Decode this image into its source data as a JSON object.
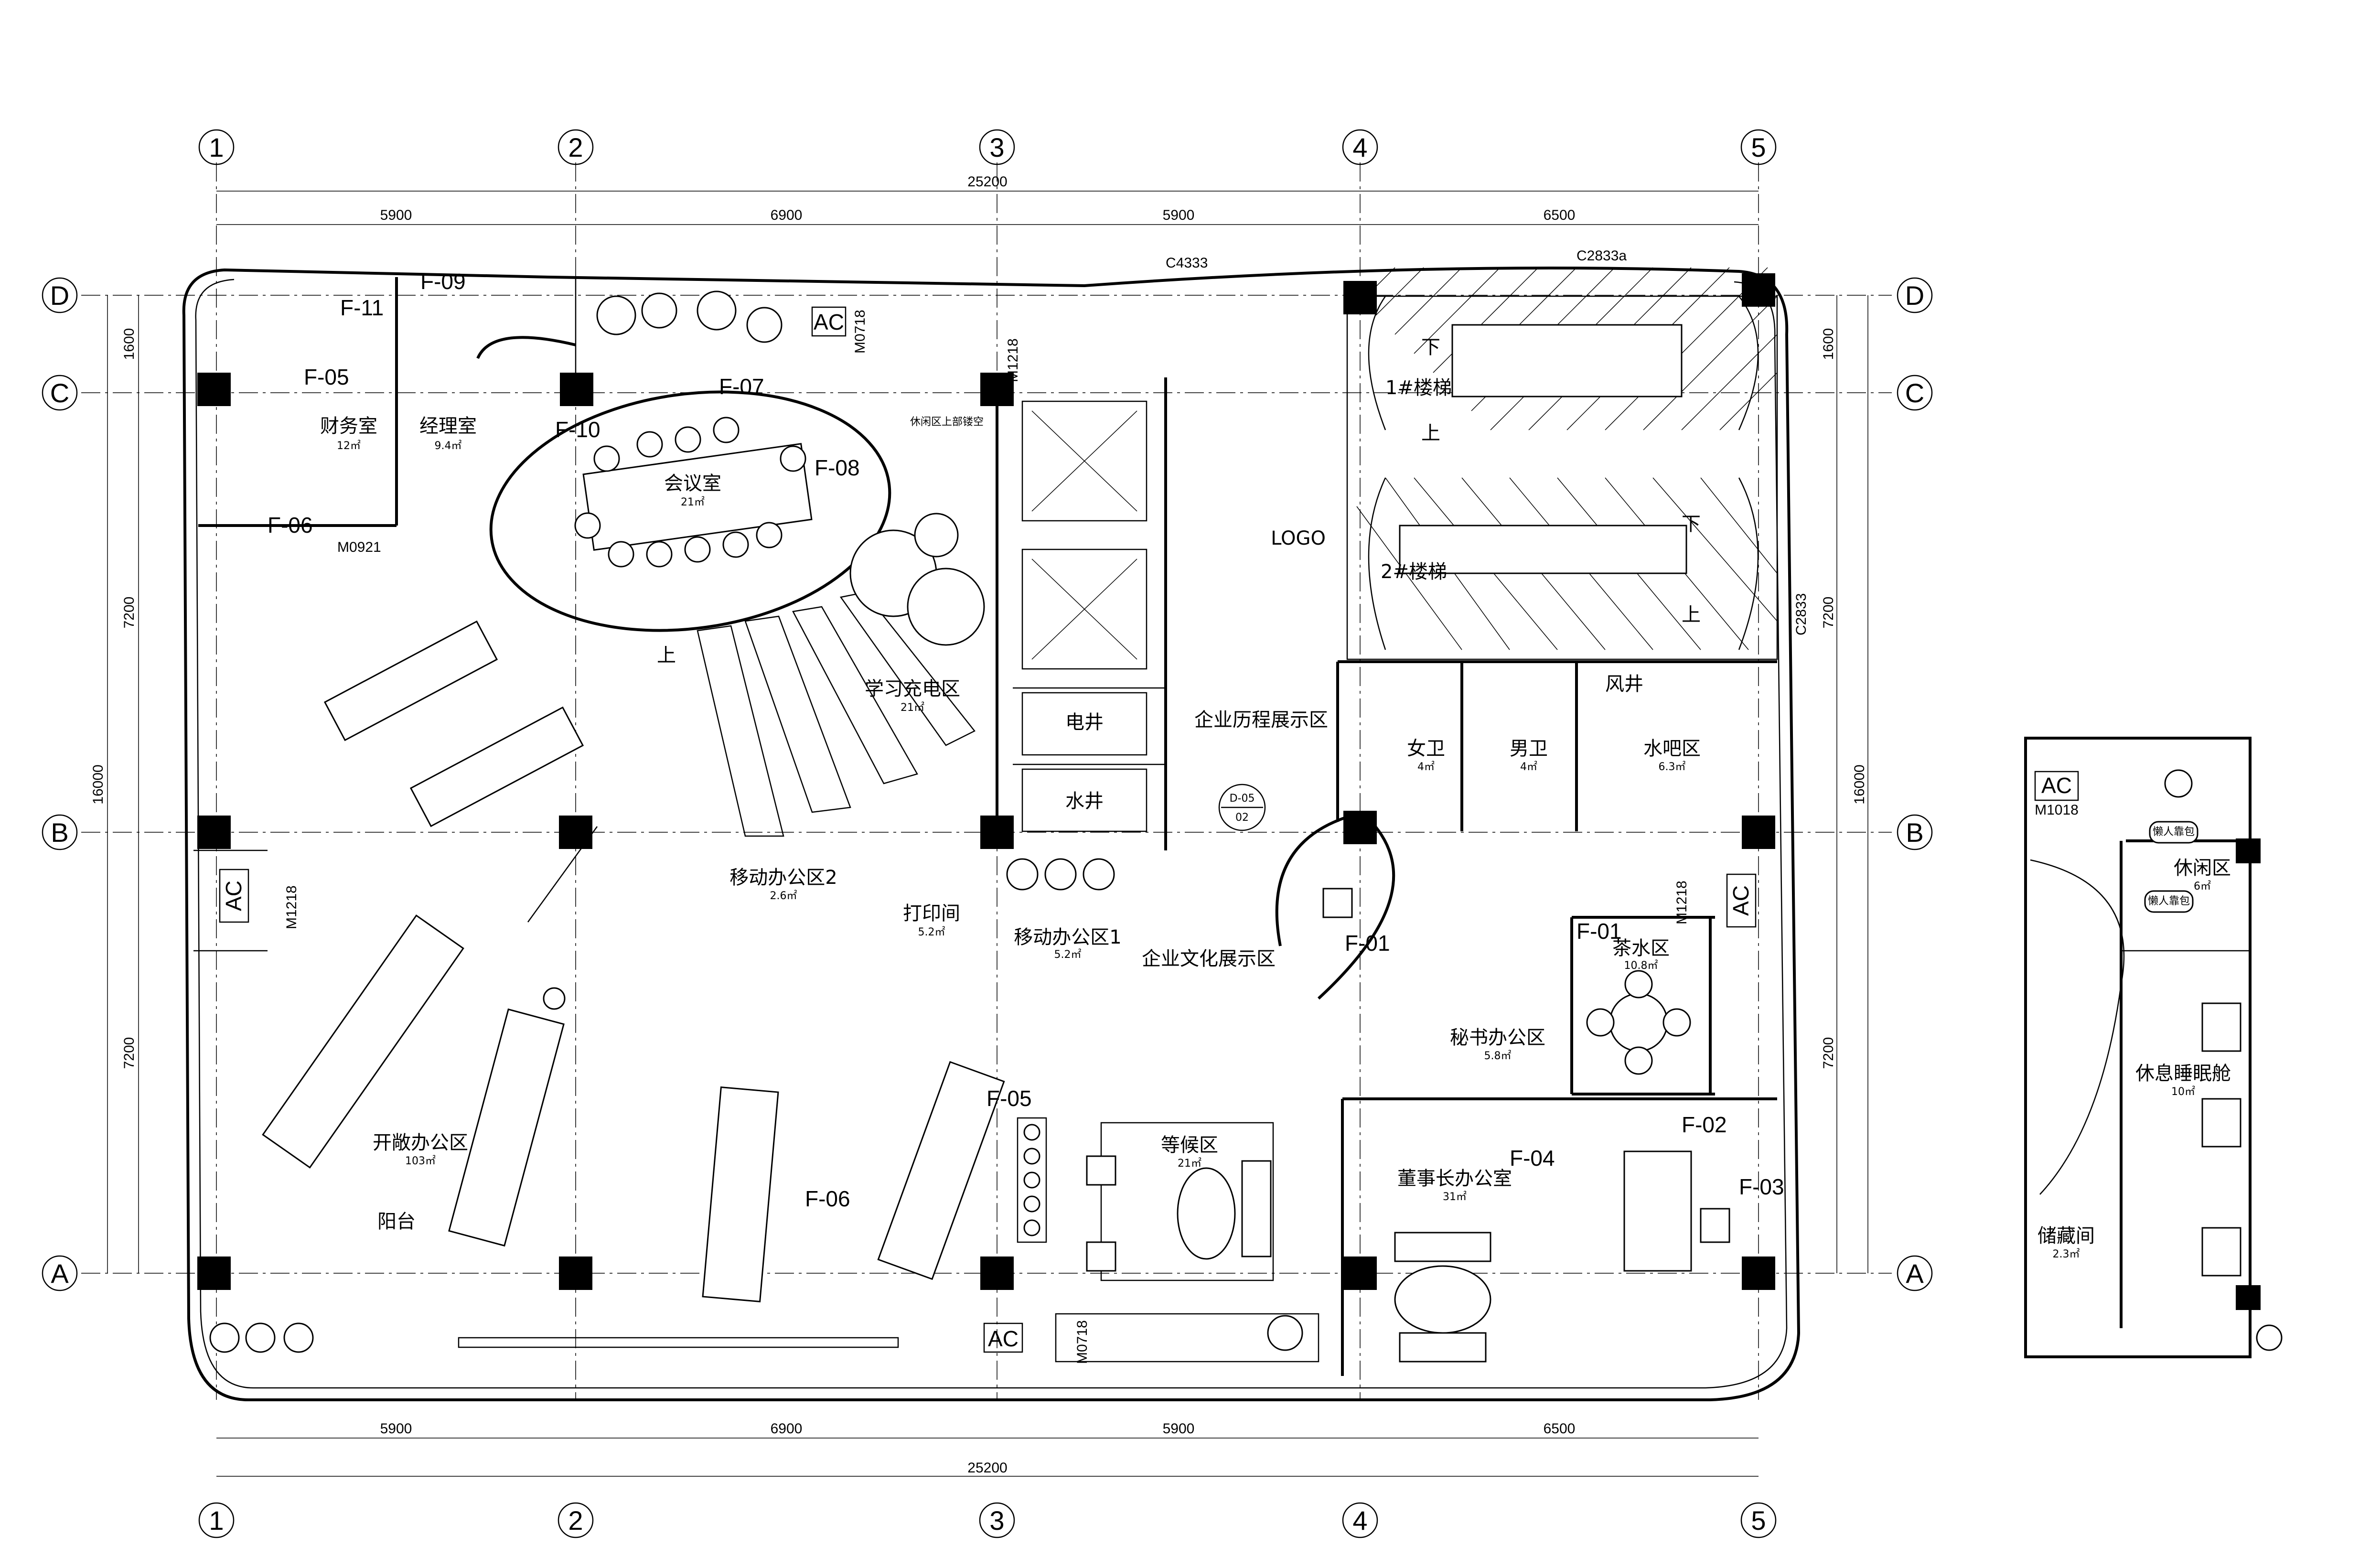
{
  "axes": {
    "numbers": [
      "1",
      "2",
      "3",
      "4",
      "5"
    ],
    "letters": [
      "A",
      "B",
      "C",
      "D"
    ]
  },
  "dimensions": {
    "top_total": "25200",
    "top_spans": [
      "5900",
      "6900",
      "5900",
      "6500"
    ],
    "bottom_total": "25200",
    "bottom_spans": [
      "5900",
      "6900",
      "5900",
      "6500"
    ],
    "left_total": "16000",
    "left_spans": [
      "1600",
      "7200",
      "7200"
    ],
    "right_total": "16000",
    "right_spans": [
      "1600",
      "7200",
      "7200"
    ]
  },
  "rooms": [
    {
      "key": "finance",
      "name": "财务室",
      "area": "12㎡"
    },
    {
      "key": "manager",
      "name": "经理室",
      "area": "9.4㎡"
    },
    {
      "key": "meeting",
      "name": "会议室",
      "area": "21㎡"
    },
    {
      "key": "study",
      "name": "学习充电区",
      "area": "21㎡"
    },
    {
      "key": "mobile2",
      "name": "移动办公区2",
      "area": "2.6㎡"
    },
    {
      "key": "print",
      "name": "打印间",
      "area": "5.2㎡"
    },
    {
      "key": "mobile1",
      "name": "移动办公区1",
      "area": "5.2㎡"
    },
    {
      "key": "women",
      "name": "女卫",
      "area": "4㎡"
    },
    {
      "key": "men",
      "name": "男卫",
      "area": "4㎡"
    },
    {
      "key": "waterbar",
      "name": "水吧区",
      "area": "6.3㎡"
    },
    {
      "key": "tea",
      "name": "茶水区",
      "area": "10.8㎡"
    },
    {
      "key": "secretary",
      "name": "秘书办公区",
      "area": "5.8㎡"
    },
    {
      "key": "waiting",
      "name": "等候区",
      "area": "21㎡"
    },
    {
      "key": "chairman",
      "name": "董事长办公室",
      "area": "31㎡"
    },
    {
      "key": "open",
      "name": "开敞办公区",
      "area": "103㎡"
    },
    {
      "key": "leisure",
      "name": "休闲区",
      "area": "6㎡"
    },
    {
      "key": "sleep",
      "name": "休息睡眠舱",
      "area": "10㎡"
    },
    {
      "key": "storage",
      "name": "储藏间",
      "area": "2.3㎡"
    }
  ],
  "labels": {
    "balcony": "阳台",
    "stair1": "1#楼梯",
    "stair2": "2#楼梯",
    "down": "下",
    "up": "上",
    "logo": "LOGO",
    "history": "企业历程展示区",
    "culture": "企业文化展示区",
    "elec_shaft": "电井",
    "water_shaft": "水井",
    "air_shaft": "风井",
    "void_note": "休闲区上部镂空",
    "ac": "AC",
    "beanbag": "懒人靠包",
    "section_mark_top": "D-05",
    "section_mark_bottom": "02"
  },
  "codes": [
    "F-09",
    "F-11",
    "F-05",
    "F-10",
    "F-07",
    "F-08",
    "F-06",
    "F-01",
    "F-01",
    "F-02",
    "F-04",
    "F-03",
    "F-05",
    "F-06"
  ],
  "doors": [
    "M0921",
    "M0718",
    "M1218",
    "M1218",
    "M0718",
    "M1018"
  ],
  "windows": [
    "C4333",
    "C2833a",
    "C2833"
  ],
  "side_axis_label": "M1218"
}
